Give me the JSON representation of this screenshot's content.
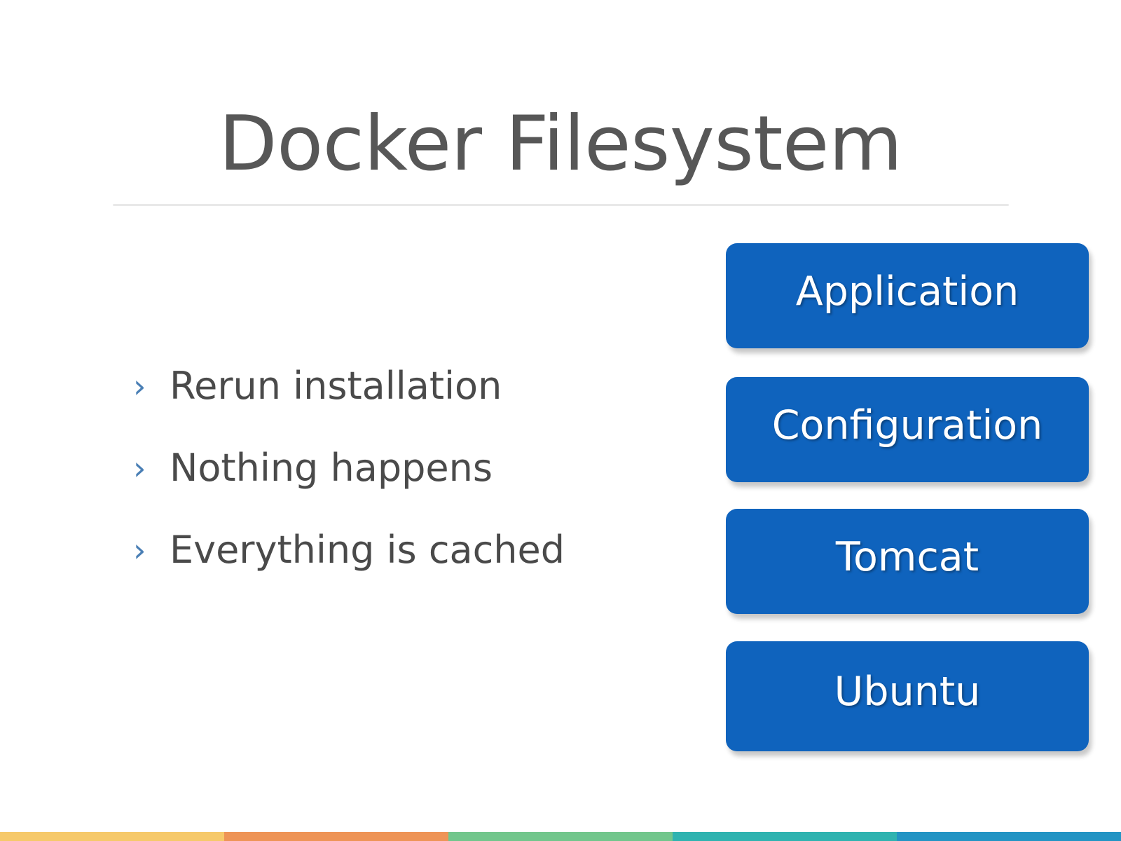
{
  "slide": {
    "title": "Docker Filesystem",
    "background_color": "#ffffff",
    "title_color": "#575757",
    "divider_color": "#e9e9e9"
  },
  "bullets": {
    "marker_glyph": "›",
    "marker_color": "#4a7fb5",
    "text_color": "#4a4a4a",
    "items": [
      {
        "text": "Rerun installation"
      },
      {
        "text": "Nothing happens"
      },
      {
        "text": "Everything is cached"
      }
    ]
  },
  "layer_stack": {
    "box_color": "#0f63bd",
    "label_color": "#ffffff",
    "boxes": [
      {
        "label": "Application"
      },
      {
        "label": "Configuration"
      },
      {
        "label": "Tomcat"
      },
      {
        "label": "Ubuntu"
      }
    ]
  },
  "color_bar": {
    "segments": [
      {
        "name": "gold",
        "color": "#f6c96a"
      },
      {
        "name": "orange",
        "color": "#ee9456"
      },
      {
        "name": "green",
        "color": "#72c68c"
      },
      {
        "name": "teal",
        "color": "#2fb3b0"
      },
      {
        "name": "blue",
        "color": "#2394c4"
      }
    ]
  }
}
